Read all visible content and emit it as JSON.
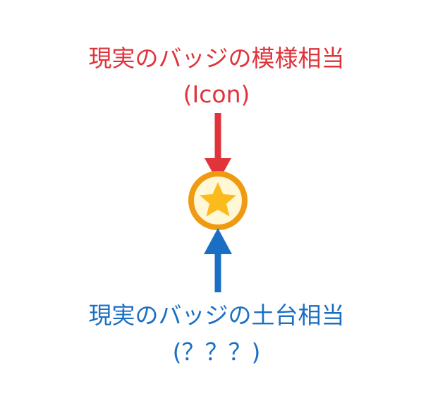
{
  "top_label": {
    "line1": "現実のバッジの模様相当",
    "line2": "(Icon)",
    "color": "#e0333a"
  },
  "bottom_label": {
    "line1": "現実のバッジの土台相当",
    "line2": "(？？？)",
    "color": "#1a6fc4"
  },
  "badge": {
    "icon": "star-icon",
    "ring_color": "#ef9a10",
    "fill_color": "#fff7d6",
    "star_color": "#fbbb1c"
  },
  "arrows": {
    "top_color": "#e0333a",
    "bottom_color": "#1a6fc4"
  }
}
